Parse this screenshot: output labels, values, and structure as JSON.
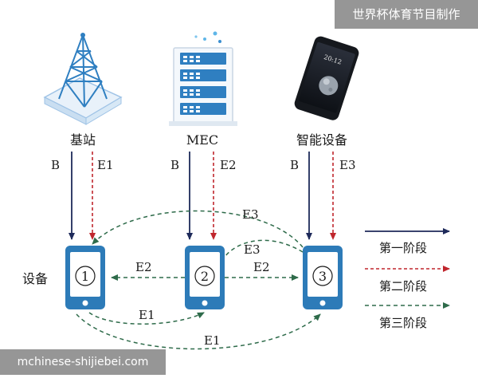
{
  "watermark_top": "世界杯体育节目制作",
  "watermark_bottom": "mchinese-shijiebei.com",
  "nodes": {
    "base_station": "基站",
    "mec": "MEC",
    "smart_device": "智能设备"
  },
  "arrow_labels": {
    "b1": "B",
    "e_bs": "E1",
    "b2": "B",
    "e_mec": "E2",
    "b3": "B",
    "e_dev": "E3"
  },
  "device_label": "设备",
  "phones": [
    "1",
    "2",
    "3"
  ],
  "edges": {
    "e3_top": "E3",
    "e3_mid": "E3",
    "e2_left": "E2",
    "e2_right": "E2",
    "e1_lower": "E1",
    "e1_bottom": "E1"
  },
  "phone_screen_time": "20:12",
  "legend": [
    {
      "label": "第一阶段",
      "color": "#1e2a5a",
      "style": "solid"
    },
    {
      "label": "第二阶段",
      "color": "#c0262d",
      "style": "dashed"
    },
    {
      "label": "第三阶段",
      "color": "#2e6b4a",
      "style": "dashed"
    }
  ],
  "colors": {
    "phase1": "#1e2a5a",
    "phase2": "#c0262d",
    "phase3": "#2e6b4a",
    "phone_body": "#2d7bb8",
    "icon_blue": "#2f7fc1"
  }
}
